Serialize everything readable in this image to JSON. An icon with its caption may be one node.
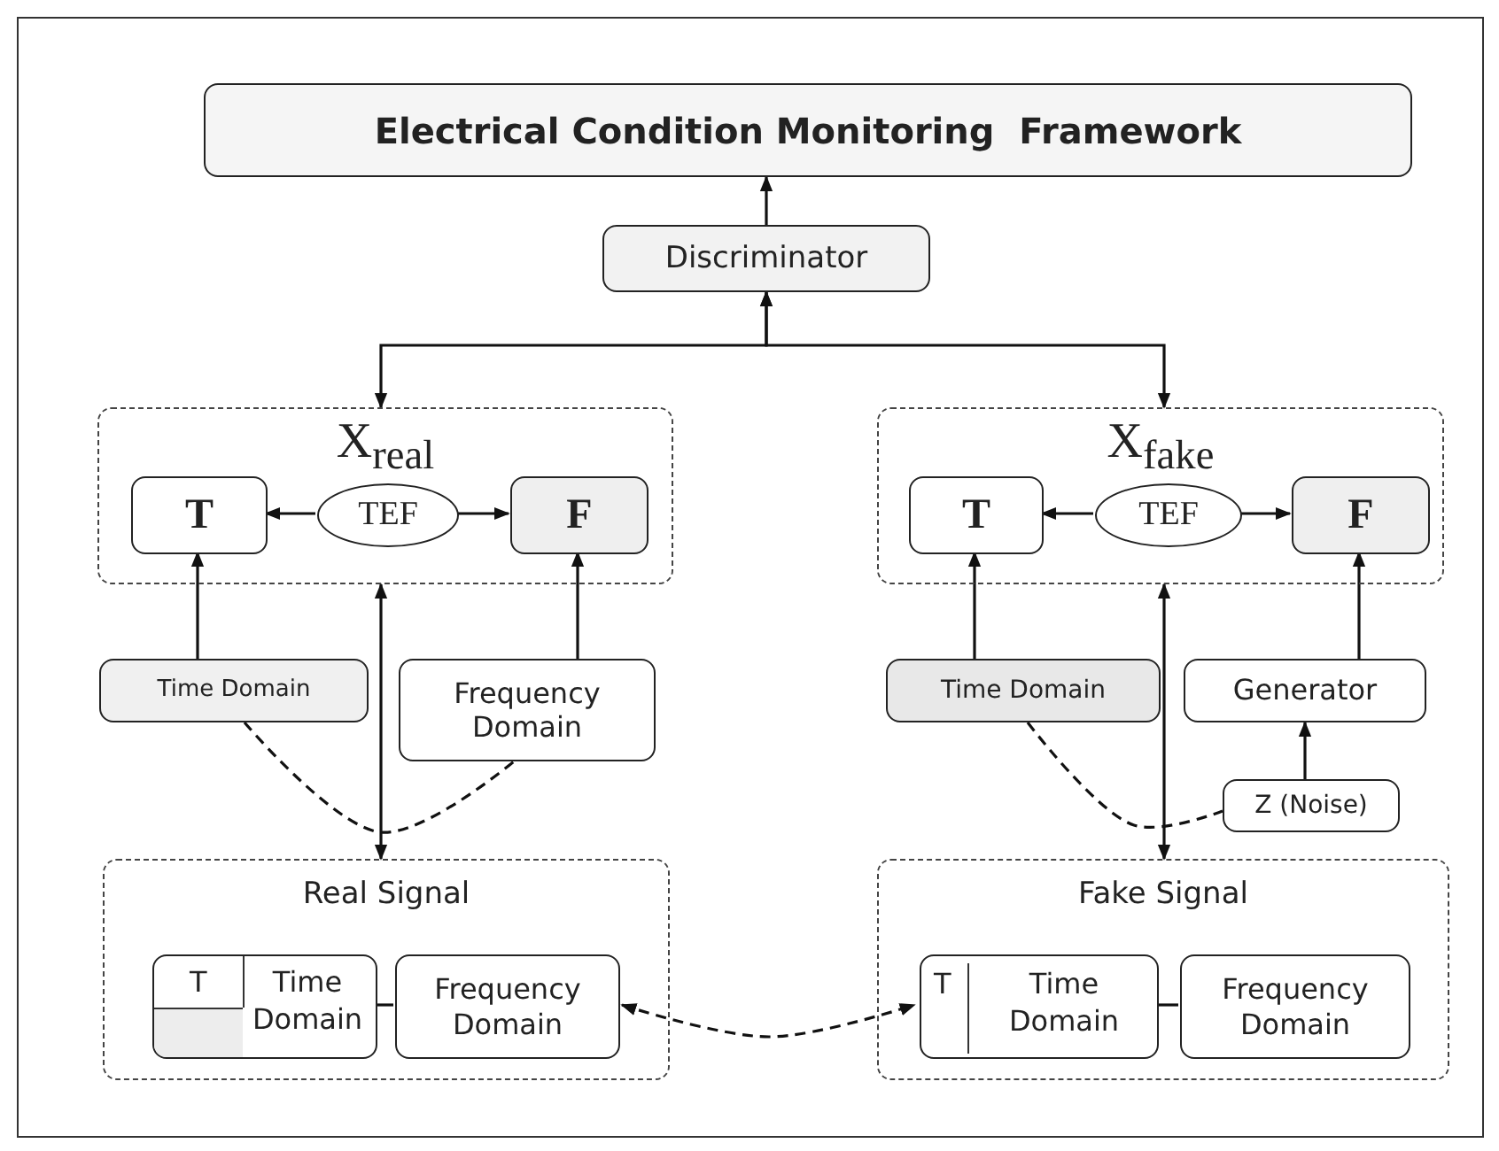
{
  "diagram": {
    "nodes": [
      {
        "text": [
          "Electrical Condition Monitoring  Framework"
        ]
      },
      {
        "text": [
          "Discriminator"
        ]
      },
      {
        "text": [
          "X$_{real}$"
        ]
      },
      {
        "text": [
          "T"
        ],
        "in": 2
      },
      {
        "text": [
          "TEF"
        ],
        "in": 2
      },
      {
        "text": [
          "F"
        ],
        "in": 2
      },
      {
        "text": [
          "X$_{fake}$"
        ]
      },
      {
        "text": [
          "T"
        ],
        "in": 6
      },
      {
        "text": [
          "TEF"
        ],
        "in": 6
      },
      {
        "text": [
          "F"
        ],
        "in": 6
      },
      {
        "text": [
          "Time Domain"
        ]
      },
      {
        "text": [
          "Frequency Domain"
        ]
      },
      {
        "text": [
          "Time Domain"
        ]
      },
      {
        "text": [
          "Generator"
        ]
      },
      {
        "text": [
          "Z (Noise)"
        ]
      },
      {
        "text": [
          "Real Signal"
        ]
      },
      {
        "text": [
          "T",
          "Time Domain"
        ],
        "in": 15
      },
      {
        "text": [
          "Frequency Domain"
        ],
        "in": 15
      },
      {
        "text": [
          "Fake Signal"
        ]
      },
      {
        "text": [
          "T",
          "Time Domain"
        ],
        "in": 18
      },
      {
        "text": [
          "Frequency Domain"
        ],
        "in": 18
      }
    ],
    "edges": [
      {
        "from": 1,
        "to": 0,
        "arrow": "to"
      },
      {
        "from": 1,
        "to": 2,
        "arrow": "both"
      },
      {
        "from": 1,
        "to": 6,
        "arrow": "both"
      },
      {
        "from": 4,
        "to": 3,
        "arrow": "to"
      },
      {
        "from": 4,
        "to": 5,
        "arrow": "to"
      },
      {
        "from": 8,
        "to": 7,
        "arrow": "to"
      },
      {
        "from": 8,
        "to": 9,
        "arrow": "to"
      },
      {
        "from": 10,
        "to": 3,
        "arrow": "to"
      },
      {
        "from": 11,
        "to": 5,
        "arrow": "to"
      },
      {
        "from": 12,
        "to": 7,
        "arrow": "to"
      },
      {
        "from": 13,
        "to": 9,
        "arrow": "to"
      },
      {
        "from": 14,
        "to": 13,
        "arrow": "to"
      },
      {
        "from": 2,
        "to": 15,
        "arrow": "both"
      },
      {
        "from": 6,
        "to": 18,
        "arrow": "both"
      },
      {
        "from": 10,
        "to": 11,
        "arrow": "none",
        "style": "dashed"
      },
      {
        "from": 12,
        "to": 14,
        "arrow": "none",
        "style": "dashed"
      },
      {
        "from": 17,
        "to": 19,
        "arrow": "both",
        "style": "dashed"
      },
      {
        "from": 16,
        "to": 17,
        "arrow": "none"
      },
      {
        "from": 19,
        "to": 20,
        "arrow": "none"
      }
    ]
  }
}
